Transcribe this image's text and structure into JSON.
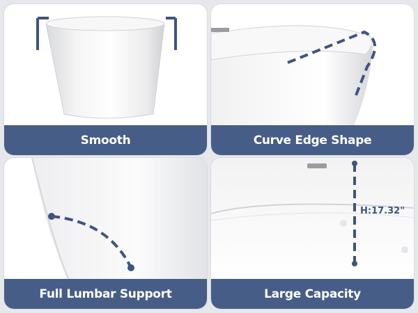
{
  "colors": {
    "caption_bg": "#465d87",
    "caption_text": "#ffffff",
    "marker": "#3e5480",
    "page_bg": "#e7e8ec"
  },
  "panels": [
    {
      "caption": "Smooth"
    },
    {
      "caption": "Curve Edge Shape"
    },
    {
      "caption": "Full Lumbar Support"
    },
    {
      "caption": "Large Capacity",
      "dimension": "H:17.32\""
    }
  ]
}
